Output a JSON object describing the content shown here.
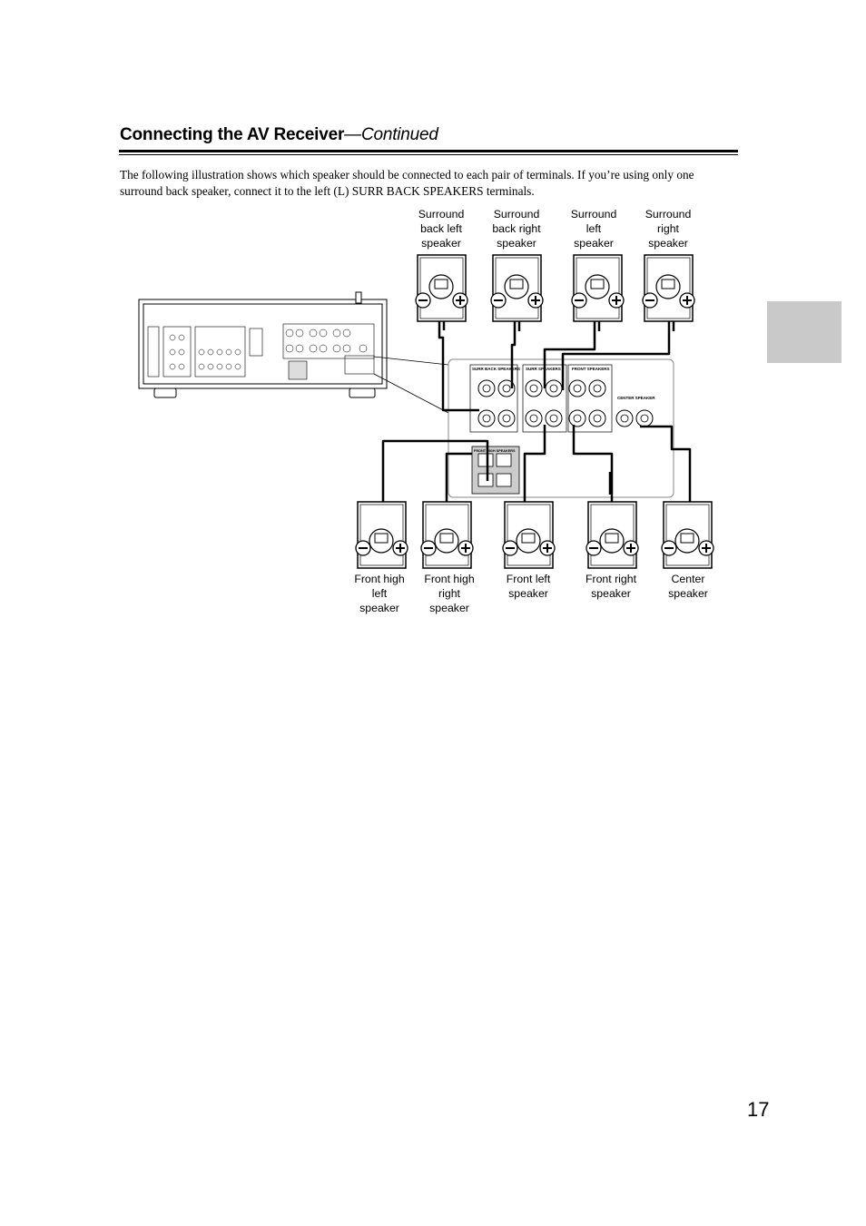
{
  "header": {
    "title": "Connecting the AV Receiver",
    "continued": "—Continued"
  },
  "intro": {
    "line1": "The following illustration shows which speaker should be connected to each pair of terminals. If you’re using only one",
    "line2": "surround back speaker, connect it to the left (L) SURR BACK SPEAKERS terminals."
  },
  "top_speakers": [
    {
      "lines": [
        "Surround",
        "back left",
        "speaker"
      ]
    },
    {
      "lines": [
        "Surround",
        "back right",
        "speaker"
      ]
    },
    {
      "lines": [
        "Surround",
        "left",
        "speaker"
      ]
    },
    {
      "lines": [
        "Surround",
        "right",
        "speaker"
      ]
    }
  ],
  "bottom_speakers": [
    {
      "lines": [
        "Front high",
        "left",
        "speaker"
      ]
    },
    {
      "lines": [
        "Front high",
        "right",
        "speaker"
      ]
    },
    {
      "lines": [
        "Front left",
        "speaker"
      ]
    },
    {
      "lines": [
        "Front right",
        "speaker"
      ]
    },
    {
      "lines": [
        "Center",
        "speaker"
      ]
    }
  ],
  "panel": {
    "surr_back": "SURR BACK SPEAKERS",
    "surr": "SURR SPEAKERS",
    "front": "FRONT SPEAKERS",
    "center": "CENTER SPEAKER",
    "front_high": "FRONT HIGH SPEAKERS"
  },
  "page_number": "17"
}
